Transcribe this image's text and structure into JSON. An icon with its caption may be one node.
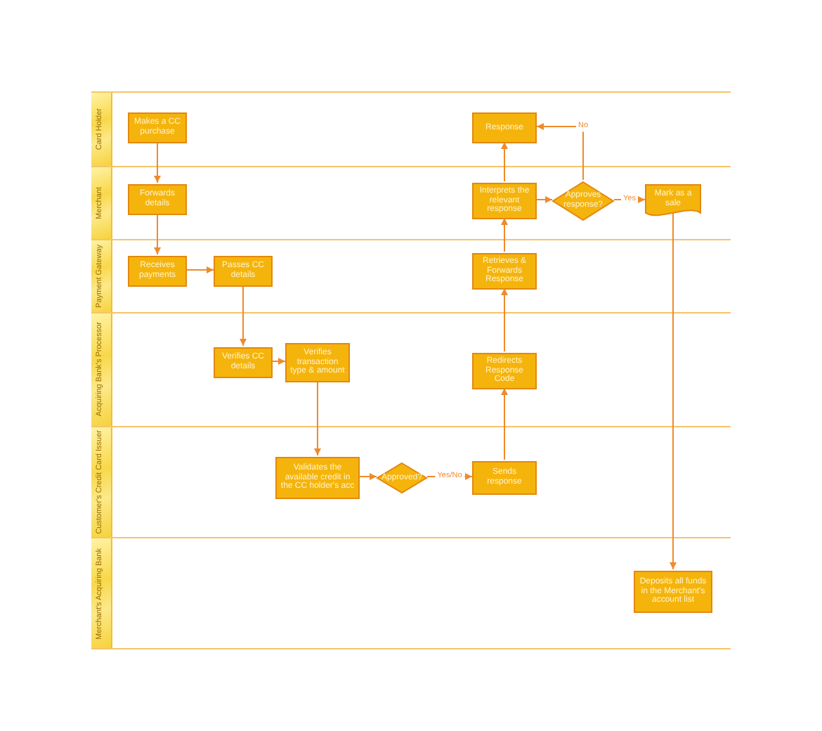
{
  "diagram": {
    "nodes": [
      {
        "text": [
          "Card Holder"
        ]
      },
      {
        "text": [
          "Merchant"
        ]
      },
      {
        "text": [
          "Payment Gateway"
        ]
      },
      {
        "text": [
          "Acquiring Bank's Processor"
        ]
      },
      {
        "text": [
          "Customer's Credit Card Issuer"
        ]
      },
      {
        "text": [
          "Merchant's Acquiring Bank"
        ]
      },
      {
        "text": [
          "Makes a CC purchase"
        ],
        "in": 0
      },
      {
        "text": [
          "Response"
        ],
        "in": 0
      },
      {
        "text": [
          "Forwards details"
        ],
        "in": 1
      },
      {
        "text": [
          "Interprets the relevant response"
        ],
        "in": 1
      },
      {
        "text": [
          "Approves response?"
        ],
        "in": 1
      },
      {
        "text": [
          "Mark as a sale"
        ],
        "in": 1
      },
      {
        "text": [
          "Receives payments"
        ],
        "in": 2
      },
      {
        "text": [
          "Passes CC details"
        ],
        "in": 2
      },
      {
        "text": [
          "Retrieves & Forwards Response"
        ],
        "in": 2
      },
      {
        "text": [
          "Verifies CC details"
        ],
        "in": 3
      },
      {
        "text": [
          "Verifies transaction type & amount"
        ],
        "in": 3
      },
      {
        "text": [
          "Redirects Response Code"
        ],
        "in": 3
      },
      {
        "text": [
          "Validates the available credit in the CC holder's acc"
        ],
        "in": 4
      },
      {
        "text": [
          "Approved?"
        ],
        "in": 4
      },
      {
        "text": [
          "Sends response"
        ],
        "in": 4
      },
      {
        "text": [
          "Deposits all funds in the Merchant's account list"
        ],
        "in": 5
      }
    ],
    "edges": [
      {
        "from": 6,
        "to": 8,
        "arrow": "to"
      },
      {
        "from": 8,
        "to": 12,
        "arrow": "to"
      },
      {
        "from": 12,
        "to": 13,
        "arrow": "to"
      },
      {
        "from": 13,
        "to": 15,
        "arrow": "to"
      },
      {
        "from": 15,
        "to": 16,
        "arrow": "to"
      },
      {
        "from": 16,
        "to": 18,
        "arrow": "to"
      },
      {
        "from": 18,
        "to": 19,
        "arrow": "to"
      },
      {
        "from": 19,
        "to": 20,
        "arrow": "to",
        "label": "Yes/No"
      },
      {
        "from": 20,
        "to": 17,
        "arrow": "to"
      },
      {
        "from": 17,
        "to": 14,
        "arrow": "to"
      },
      {
        "from": 14,
        "to": 9,
        "arrow": "to"
      },
      {
        "from": 9,
        "to": 7,
        "arrow": "to"
      },
      {
        "from": 9,
        "to": 10,
        "arrow": "to"
      },
      {
        "from": 10,
        "to": 11,
        "arrow": "to",
        "label": "Yes"
      },
      {
        "from": 10,
        "to": 7,
        "arrow": "to",
        "label": "No"
      },
      {
        "from": 11,
        "to": 21,
        "arrow": "to"
      }
    ]
  }
}
